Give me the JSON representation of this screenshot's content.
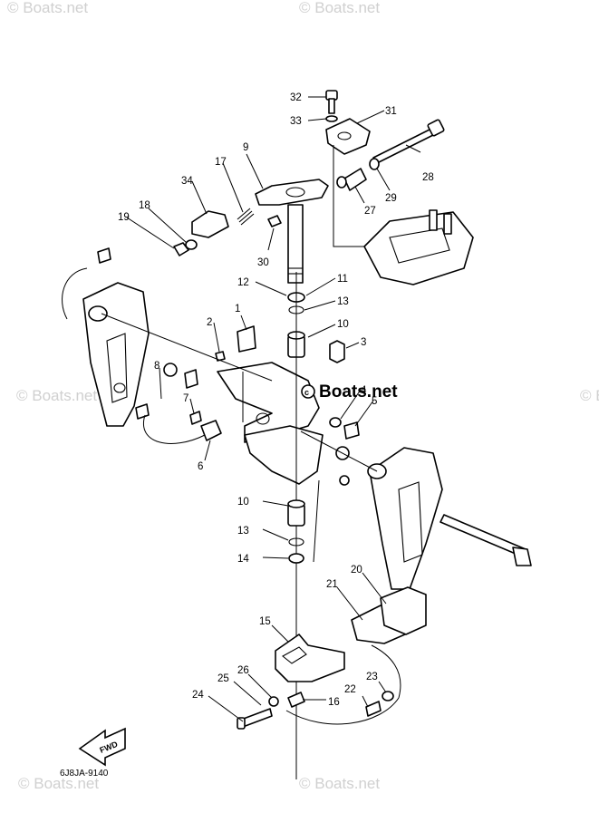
{
  "watermark": "© Boats.net",
  "brand": "Boats.net",
  "diagram_code": "6J8JA-9140",
  "arrow_label": "FWD",
  "callouts": [
    "32",
    "33",
    "31",
    "28",
    "29",
    "27",
    "9",
    "17",
    "34",
    "18",
    "19",
    "30",
    "12",
    "11",
    "13",
    "10",
    "3",
    "2",
    "1",
    "8",
    "7",
    "4",
    "5",
    "6",
    "10",
    "13",
    "14",
    "20",
    "21",
    "15",
    "26",
    "25",
    "24",
    "16",
    "22",
    "23"
  ]
}
